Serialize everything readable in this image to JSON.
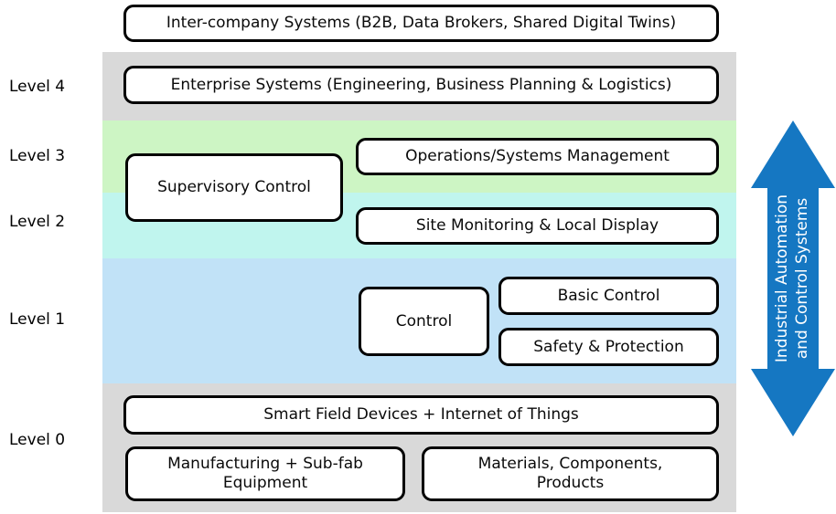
{
  "levels": {
    "l4": "Level 4",
    "l3": "Level 3",
    "l2": "Level 2",
    "l1": "Level 1",
    "l0": "Level 0"
  },
  "boxes": {
    "inter_company": "Inter-company Systems (B2B, Data Brokers, Shared Digital Twins)",
    "enterprise": "Enterprise Systems (Engineering, Business Planning & Logistics)",
    "operations": "Operations/Systems Management",
    "supervisory": "Supervisory Control",
    "site_monitoring": "Site Monitoring & Local Display",
    "control": "Control",
    "basic_control": "Basic Control",
    "safety": "Safety & Protection",
    "smart_field": "Smart Field Devices + Internet of Things",
    "manufacturing": "Manufacturing + Sub-fab Equipment",
    "materials": "Materials, Components, Products"
  },
  "arrow": {
    "line1": "Industrial Automation",
    "line2": "and Control Systems"
  },
  "colors": {
    "band_gray": "#d9d9d9",
    "band_green": "#cdf5c4",
    "band_cyan": "#c0f5ee",
    "band_blue": "#c1e2f7",
    "arrow_blue": "#1577c2",
    "box_fill": "#ffffff",
    "box_border": "#000000"
  }
}
